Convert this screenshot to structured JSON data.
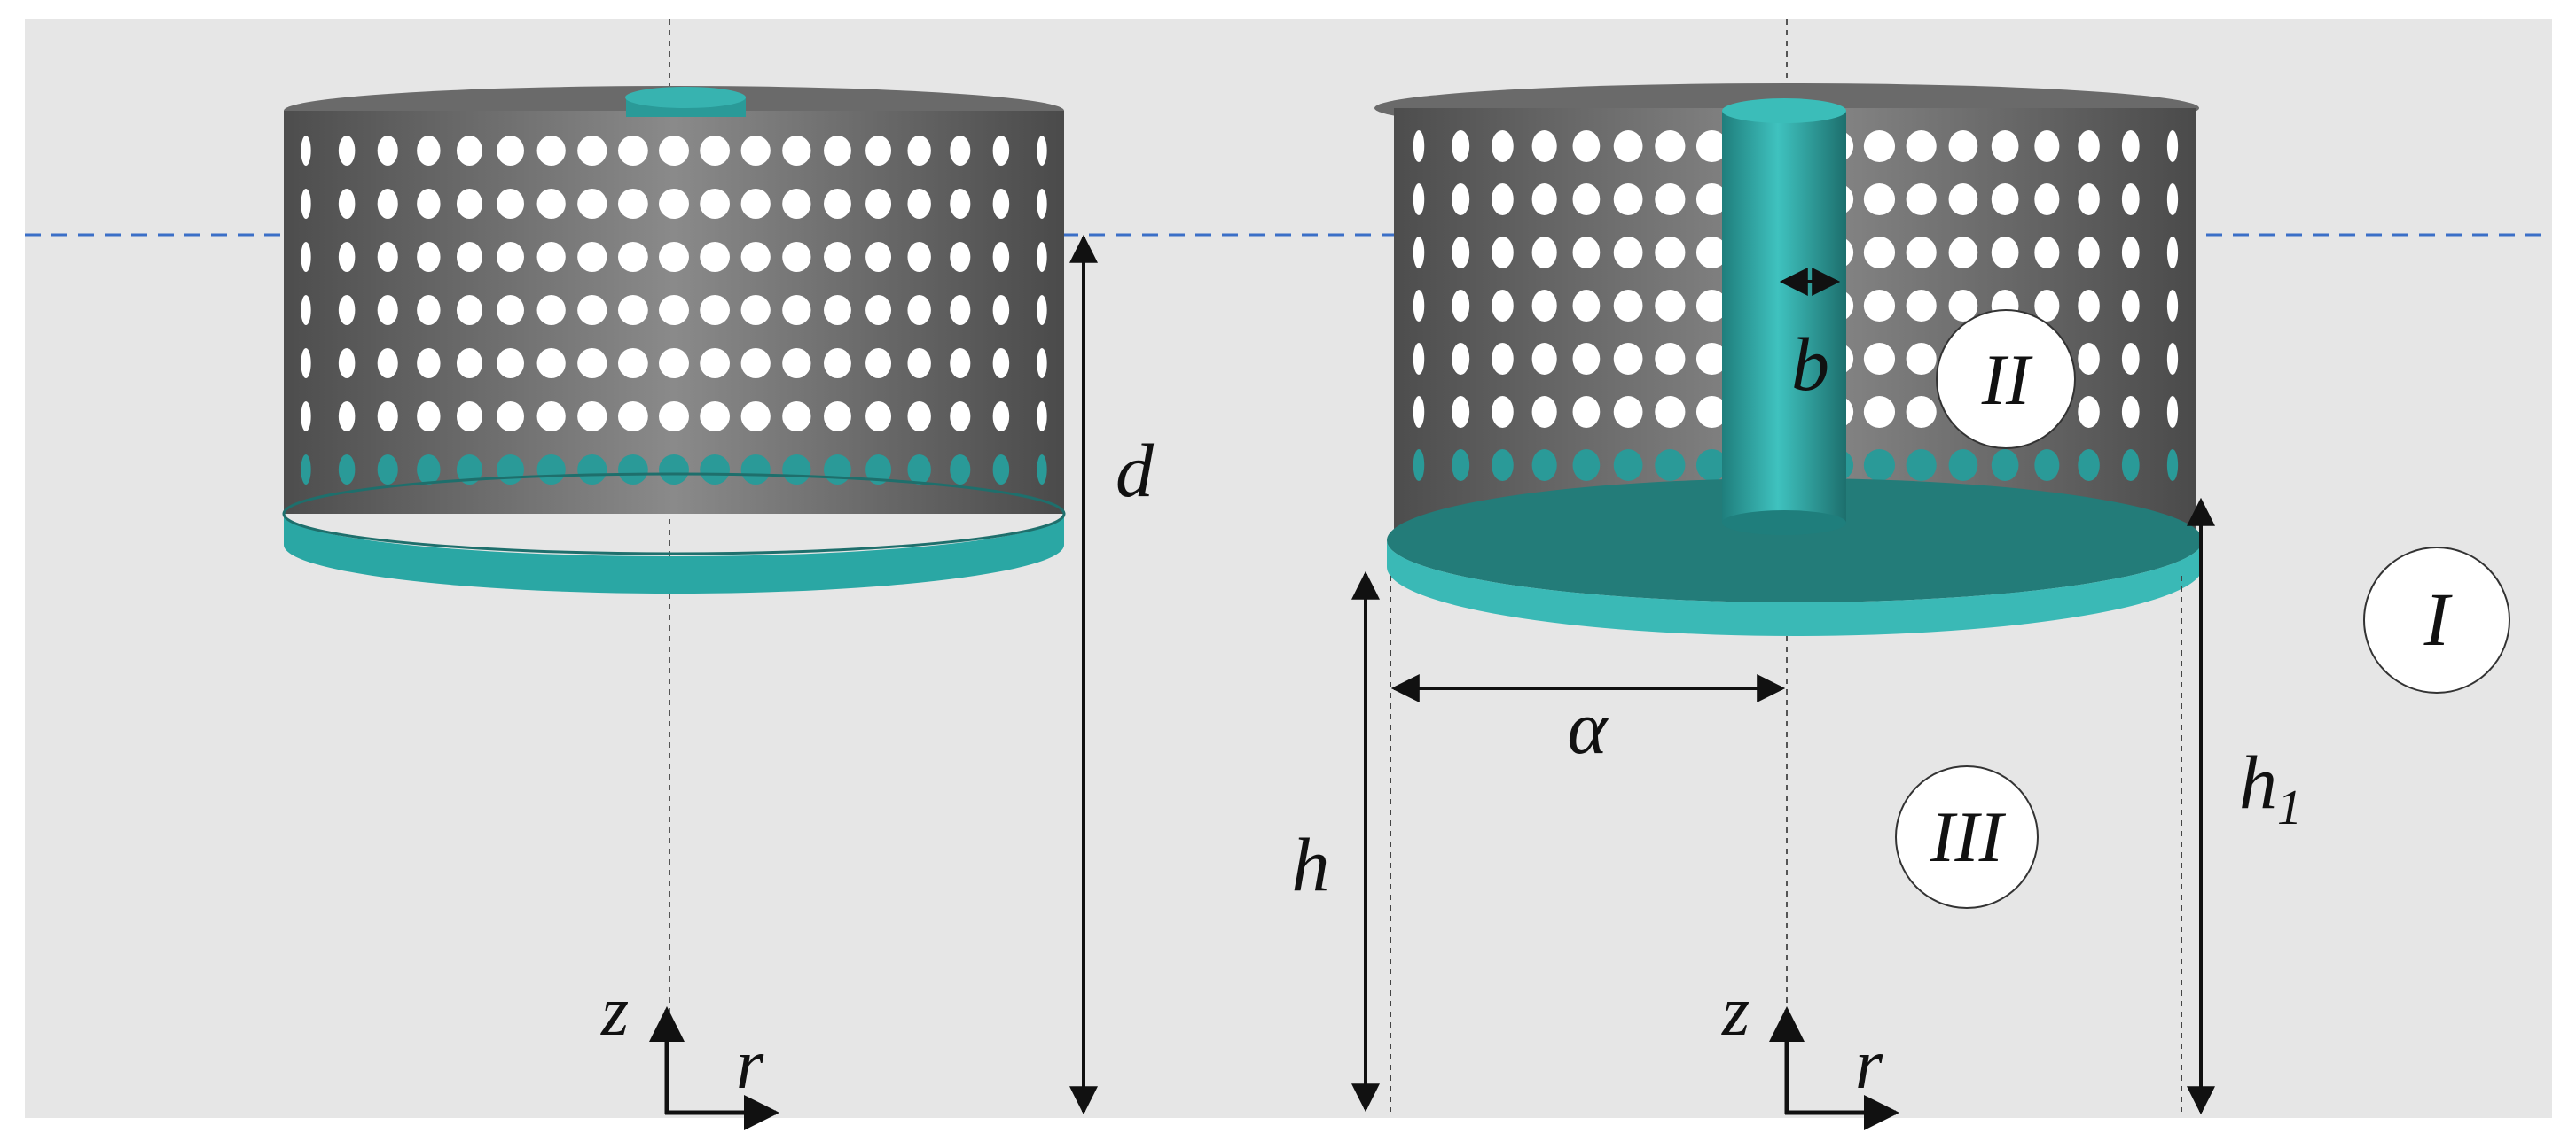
{
  "colors": {
    "background": "#e6e6e6",
    "mesh": "#5e5e5e",
    "mesh_light": "#8a8a8a",
    "teal": "#2a9a98",
    "teal_dark": "#1e6f6c",
    "waterline": "#3b6fc7",
    "arrow": "#111111",
    "bubble_stroke": "#333333"
  },
  "labels": {
    "d": "d",
    "b": "b",
    "alpha": "α",
    "h": "h",
    "h1": "h",
    "h1_sub": "1",
    "region1": "I",
    "region2": "II",
    "region3": "III",
    "z": "z",
    "r": "r"
  }
}
